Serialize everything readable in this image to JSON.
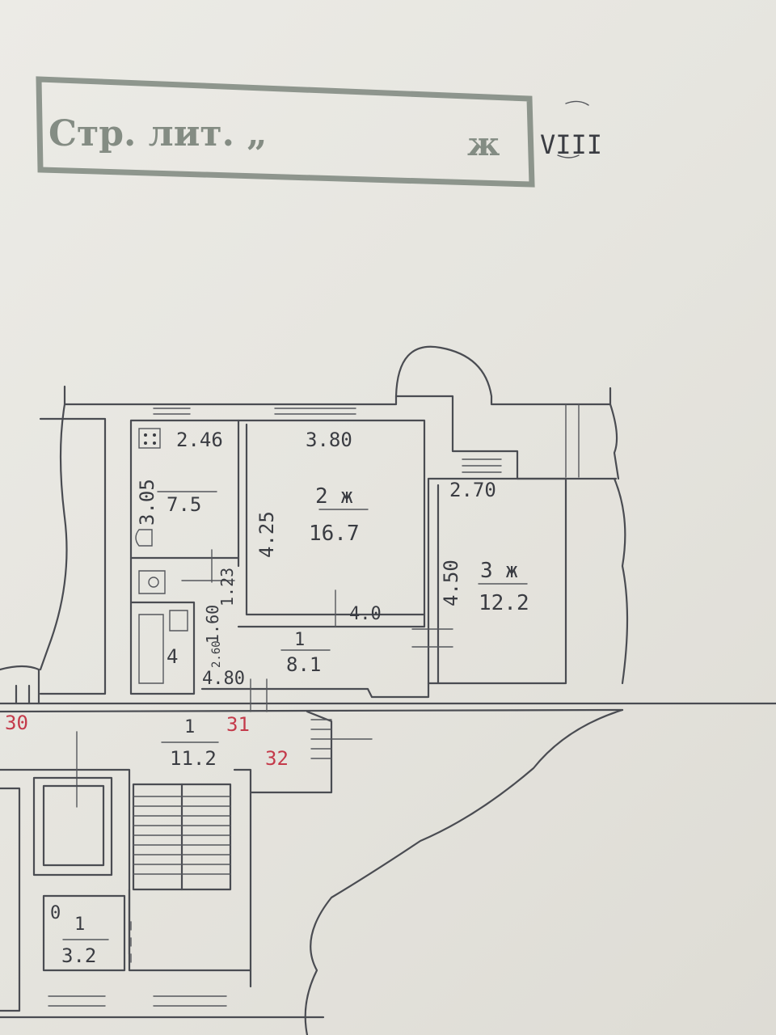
{
  "stamp": {
    "text": "Стр. лит. „",
    "fragment": "ж"
  },
  "sheet_mark": "VIII",
  "apartment": {
    "kitchen": {
      "width": "2.46",
      "length": "3.05",
      "area": "7.5"
    },
    "room_2": {
      "label": "2 ж",
      "width": "3.80",
      "length": "4.25",
      "area": "16.7"
    },
    "room_3": {
      "label": "3 ж",
      "width": "2.70",
      "length": "4.50",
      "area": "12.2"
    },
    "hall": {
      "label": "1",
      "area": "8.1",
      "dim_a": "4.0",
      "dim_b": "4.80"
    },
    "bathroom": {
      "label": "4",
      "dim_a": "1.23",
      "dim_b": "1.60",
      "dim_c": "2.60"
    }
  },
  "stair_hall": {
    "label": "1",
    "area": "11.2"
  },
  "storage": {
    "marker": "0",
    "label": "1",
    "area": "3.2"
  },
  "apartment_numbers": [
    "30",
    "31",
    "32"
  ],
  "colors": {
    "ink": "#3a3c42",
    "red_ink": "#c43a4a",
    "stamp": "#6b766c",
    "paper": "#e8e7e1"
  }
}
